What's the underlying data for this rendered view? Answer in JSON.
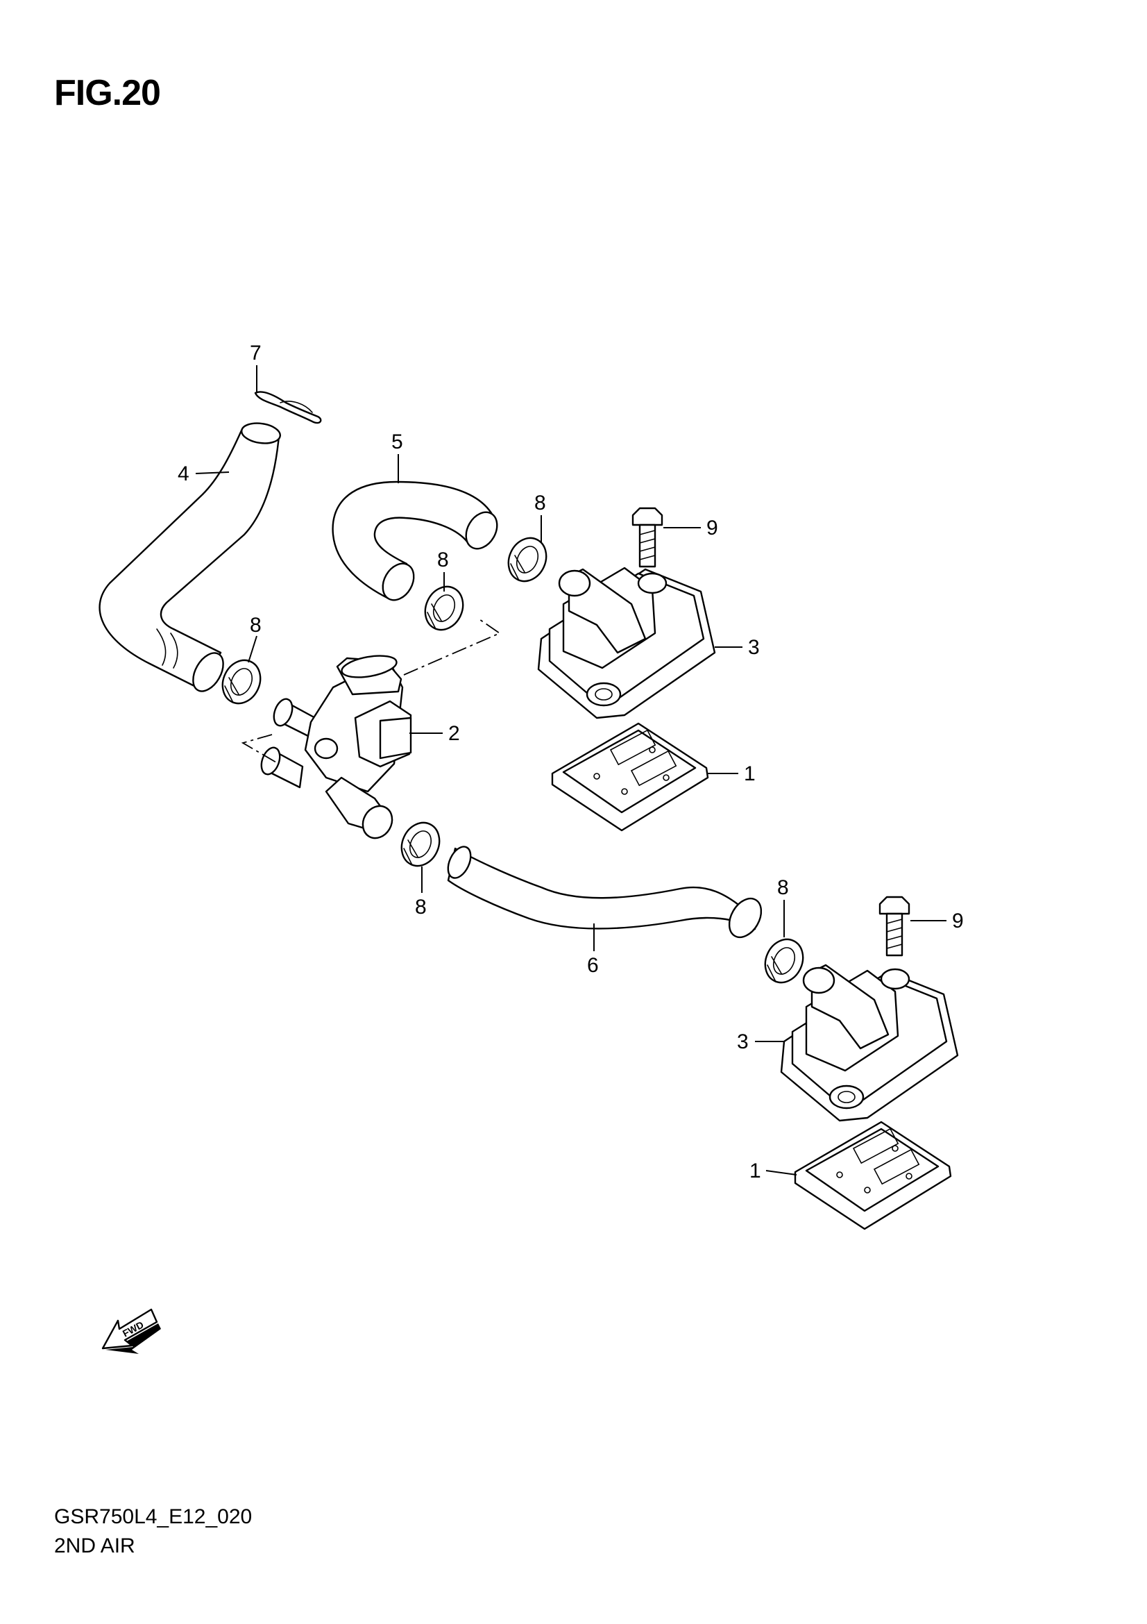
{
  "figure": {
    "title": "FIG.20",
    "drawing_code": "GSR750L4_E12_020",
    "section_name": "2ND AIR"
  },
  "fwd_label": "FWD",
  "callouts": [
    {
      "id": "c1a",
      "label": "1"
    },
    {
      "id": "c1b",
      "label": "1"
    },
    {
      "id": "c2",
      "label": "2"
    },
    {
      "id": "c3a",
      "label": "3"
    },
    {
      "id": "c3b",
      "label": "3"
    },
    {
      "id": "c4",
      "label": "4"
    },
    {
      "id": "c5",
      "label": "5"
    },
    {
      "id": "c6",
      "label": "6"
    },
    {
      "id": "c7",
      "label": "7"
    },
    {
      "id": "c8a",
      "label": "8"
    },
    {
      "id": "c8b",
      "label": "8"
    },
    {
      "id": "c8c",
      "label": "8"
    },
    {
      "id": "c8d",
      "label": "8"
    },
    {
      "id": "c8e",
      "label": "8"
    },
    {
      "id": "c9a",
      "label": "9"
    },
    {
      "id": "c9b",
      "label": "9"
    }
  ]
}
